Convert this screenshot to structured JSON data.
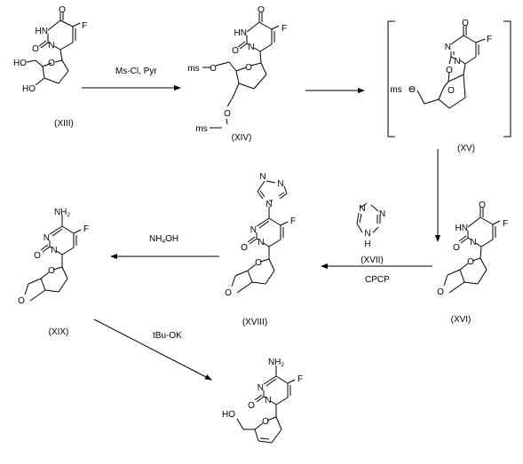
{
  "atoms": {
    "O": "O",
    "N": "N",
    "F": "F",
    "HN": "HN",
    "HO": "HO",
    "ms": "ms",
    "NH2": "NH",
    "NH2_sub": "2",
    "H": "H"
  },
  "compounds": {
    "c13": "(XIII)",
    "c14": "(XIV)",
    "c15": "(XV)",
    "c16": "(XVI)",
    "c17": "(XVII)",
    "c18": "(XVIII)",
    "c19": "(XIX)"
  },
  "reagents": {
    "mscl": "Ms-Cl,  Pyr",
    "cpcp": "CPCP",
    "nh4oh_a": "NH",
    "nh4oh_sub": "4",
    "nh4oh_b": "OH",
    "tbuok": "tBu-OK"
  },
  "colors": {
    "ink": "#000000",
    "background": "#ffffff"
  }
}
